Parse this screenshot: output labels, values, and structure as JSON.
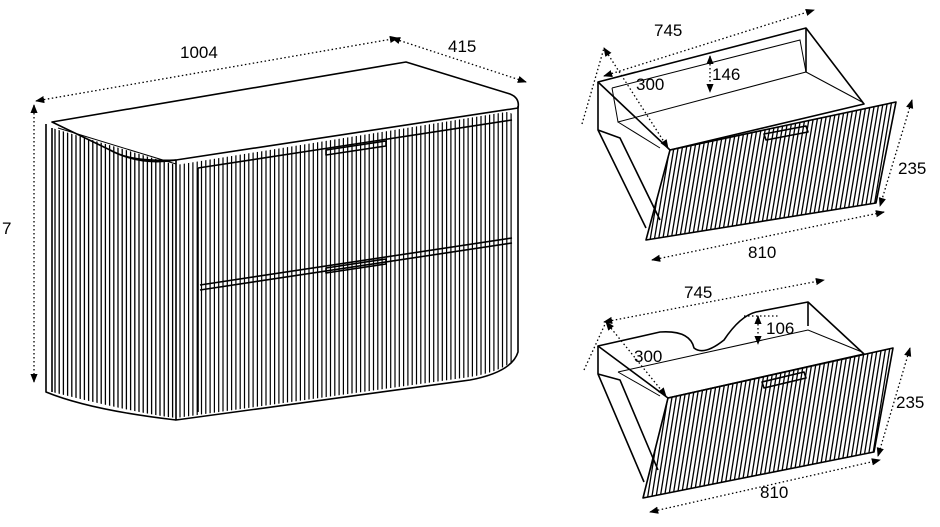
{
  "cabinet": {
    "width_label": "1004",
    "depth_label": "415",
    "height_label": "7"
  },
  "drawer_top": {
    "width_label": "745",
    "depth_label": "300",
    "inner_height_label": "146",
    "front_height_label": "235",
    "front_width_label": "810"
  },
  "drawer_bottom": {
    "width_label": "745",
    "depth_label": "300",
    "cutout_height_label": "106",
    "front_height_label": "235",
    "front_width_label": "810"
  }
}
